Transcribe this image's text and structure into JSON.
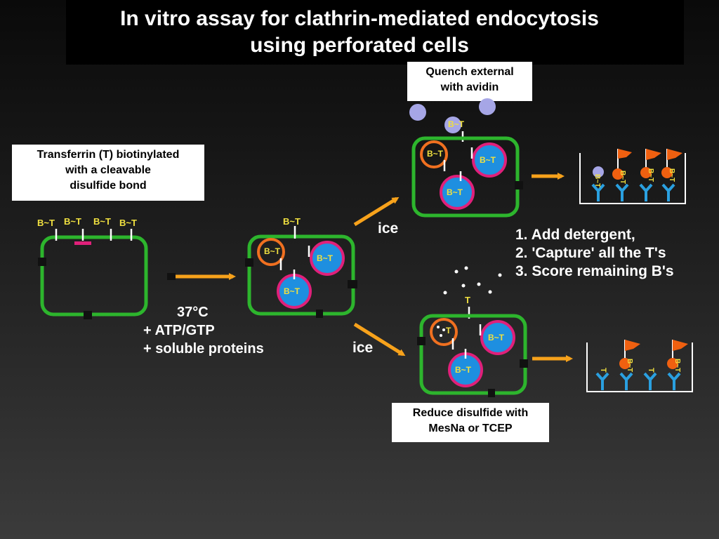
{
  "title": {
    "line1": "In vitro assay for clathrin-mediated endocytosis",
    "line2": "using perforated cells"
  },
  "notes": {
    "transferrin": [
      "Transferrin (T) biotinylated",
      "with a cleavable",
      "disulfide bond"
    ],
    "quench": [
      "Quench external",
      "with avidin"
    ],
    "reduce": [
      "Reduce disulfide with",
      "MesNa or TCEP"
    ]
  },
  "conditions": [
    "37°C",
    "+ ATP/GTP",
    "+ soluble proteins"
  ],
  "ice_label": "ice",
  "steps": [
    "1.  Add detergent,",
    "2. 'Capture' all the T's",
    "3.  Score remaining B's"
  ],
  "labels": {
    "biotin_transferrin": "B~T",
    "transferrin": "T"
  },
  "colors": {
    "membrane": "#2db52d",
    "vesicle_coat": "#f07020",
    "endosome_fill": "#1e8fe0",
    "endosome_ring": "#e0207a",
    "label_yellow": "#f0e040",
    "arrow": "#f7a21b",
    "avidin": "#a6a6e6",
    "antibody": "#2aa0e0",
    "flag": "#f06010"
  }
}
